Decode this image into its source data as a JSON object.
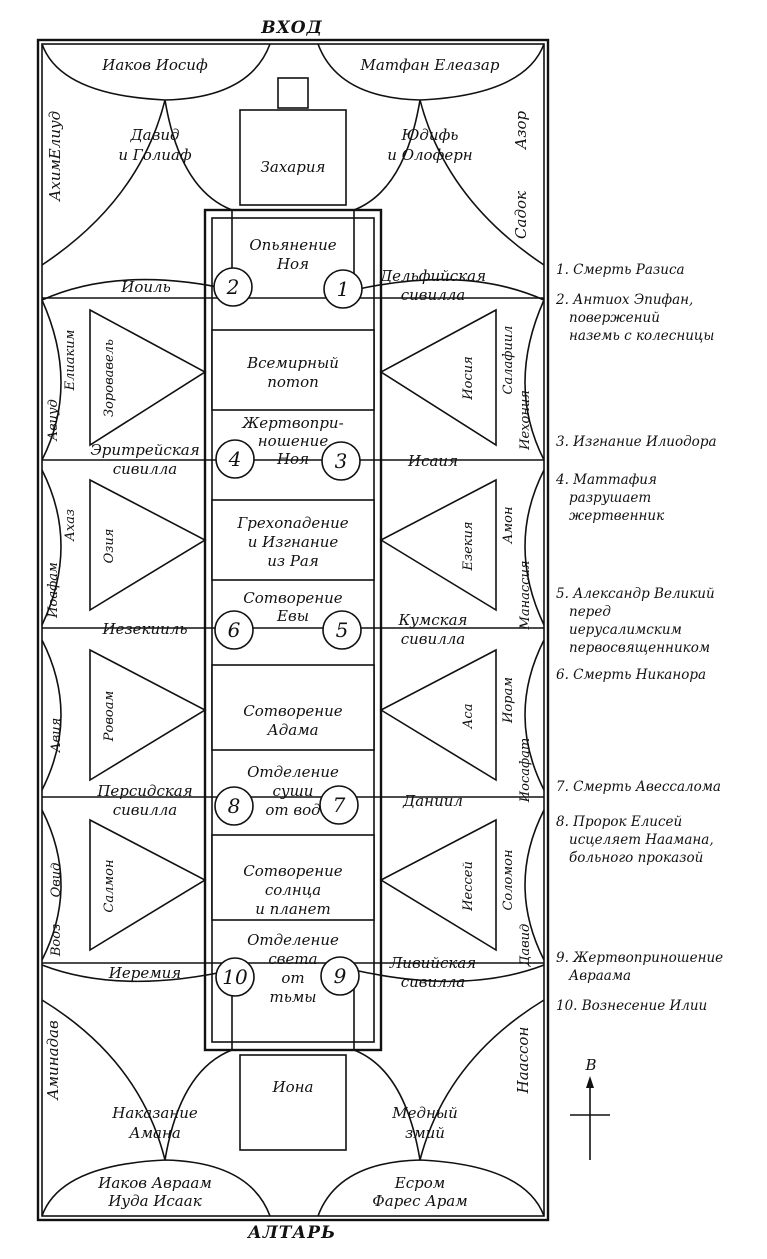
{
  "headings": {
    "entrance": "ВХОД",
    "altar": "АЛТАРЬ"
  },
  "compass": {
    "label": "В"
  },
  "lunettes_top": {
    "left": "Иаков   Иосиф",
    "right": "Матфан  Елеазар"
  },
  "lunettes_bottom": {
    "left": [
      "Иаков  Авраам",
      "Иуда      Исаак"
    ],
    "right": [
      "Есром",
      "Фарес    Арам"
    ]
  },
  "corner_pendentives": {
    "top_left": [
      "Давид",
      "и Голиаф"
    ],
    "top_right": [
      "Юдифь",
      "и Олоферн"
    ],
    "bottom_left": [
      "Наказание",
      "Амана"
    ],
    "bottom_right": [
      "Медный",
      "змий"
    ]
  },
  "prophets": {
    "zacharias": "Захария",
    "jonah": "Иона",
    "joel": "Иоиль",
    "isaiah": "Исаия",
    "ezekiel": "Иезекииль",
    "daniel": "Даниил",
    "jeremiah": "Иеремия"
  },
  "sibyls": {
    "delphic": [
      "Дельфийская",
      "сивилла"
    ],
    "erythraean": [
      "Эритрейская",
      "сивилла"
    ],
    "cumaean": [
      "Кумская",
      "сивилла"
    ],
    "persian": [
      "Персидская",
      "сивилла"
    ],
    "libyan": [
      "Ливийская",
      "сивилла"
    ]
  },
  "center_panels": {
    "p1": [
      "Опьянение",
      "Ноя"
    ],
    "p2": [
      "Всемирный",
      "потоп"
    ],
    "p3": [
      "Жертвопри-",
      "ношение",
      "Ноя"
    ],
    "p4": [
      "Грехопадение",
      "и Изгнание",
      "из Рая"
    ],
    "p5": [
      "Сотворение",
      "Евы"
    ],
    "p6": [
      "Сотворение",
      "Адама"
    ],
    "p7": [
      "Отделение",
      "суши",
      "от вод"
    ],
    "p8": [
      "Сотворение",
      "солнца",
      "и планет"
    ],
    "p9": [
      "Отделение",
      "света",
      "от",
      "тьмы"
    ]
  },
  "medallions": [
    "1",
    "2",
    "3",
    "4",
    "5",
    "6",
    "7",
    "8",
    "9",
    "10"
  ],
  "side_ancestors": {
    "left": [
      {
        "outer": [
          "Ахим",
          "Елиуд"
        ],
        "inner": ""
      },
      {
        "outer": [
          "Авиуд",
          "Елиаким"
        ],
        "inner": "Зоровавель"
      },
      {
        "outer": [
          "Иоафам",
          "Ахаз"
        ],
        "inner": "Озия"
      },
      {
        "outer": [
          "Авия"
        ],
        "inner": "Ровоам"
      },
      {
        "outer": [
          "Вооз",
          "Овид"
        ],
        "inner": "Салмон"
      },
      {
        "outer": [
          "Аминадав"
        ],
        "inner": ""
      }
    ],
    "right": [
      {
        "outer": [
          "Садок",
          "Азор"
        ],
        "inner": ""
      },
      {
        "outer": [
          "Иехония",
          "Салафиил"
        ],
        "inner": "Иосия"
      },
      {
        "outer": [
          "Манассия",
          "Амон"
        ],
        "inner": "Езекия"
      },
      {
        "outer": [
          "Иосафат",
          "Иорам"
        ],
        "inner": "Аса"
      },
      {
        "outer": [
          "Давид",
          "Соломон"
        ],
        "inner": "Иессей"
      },
      {
        "outer": [
          "Наассон"
        ],
        "inner": ""
      }
    ]
  },
  "legend": [
    [
      "1. Смерть Разиса"
    ],
    [
      "2. Антиох Эпифан,",
      "повержений",
      "наземь с колесницы"
    ],
    [
      "3. Изгнание Илиодора"
    ],
    [
      "4. Маттафия",
      "разрушает",
      "жертвенник"
    ],
    [
      "5. Александр Великий",
      "перед",
      "иерусалимским",
      "первосвященником"
    ],
    [
      "6. Смерть Никанора"
    ],
    [
      "7. Смерть Авессалома"
    ],
    [
      "8. Пророк Елисей",
      "исцеляет Наамана,",
      "больного проказой"
    ],
    [
      "9. Жертвоприношение",
      "Авраама"
    ],
    [
      "10. Вознесение Илии"
    ]
  ]
}
